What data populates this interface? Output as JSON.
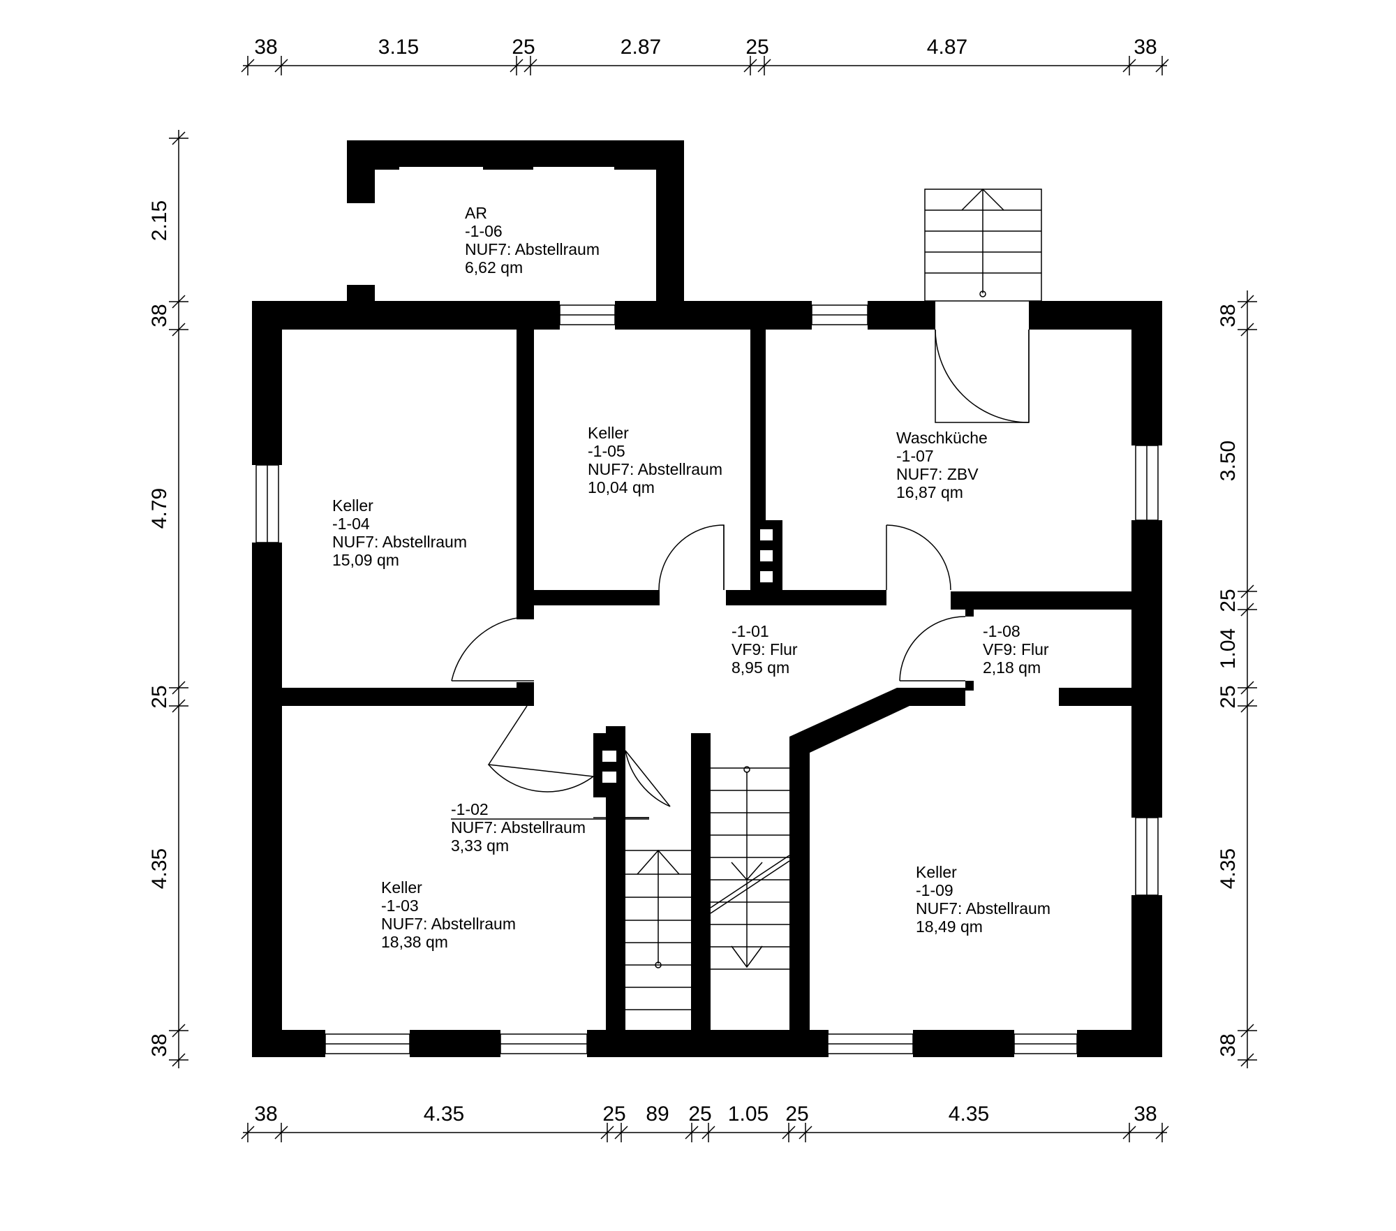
{
  "rooms": {
    "r106": {
      "l1": "AR",
      "l2": "-1-06",
      "l3": "NUF7: Abstellraum",
      "l4": "6,62 qm"
    },
    "r105": {
      "l1": "Keller",
      "l2": "-1-05",
      "l3": "NUF7: Abstellraum",
      "l4": "10,04 qm"
    },
    "r107": {
      "l1": "Waschküche",
      "l2": "-1-07",
      "l3": "NUF7: ZBV",
      "l4": "16,87 qm"
    },
    "r104": {
      "l1": "Keller",
      "l2": "-1-04",
      "l3": "NUF7: Abstellraum",
      "l4": "15,09 qm"
    },
    "r101": {
      "l2": "-1-01",
      "l3": "VF9: Flur",
      "l4": "8,95 qm"
    },
    "r108": {
      "l2": "-1-08",
      "l3": "VF9: Flur",
      "l4": "2,18 qm"
    },
    "r102": {
      "l2": "-1-02",
      "l3": "NUF7: Abstellraum",
      "l4": "3,33 qm"
    },
    "r103": {
      "l1": "Keller",
      "l2": "-1-03",
      "l3": "NUF7: Abstellraum",
      "l4": "18,38 qm"
    },
    "r109": {
      "l1": "Keller",
      "l2": "-1-09",
      "l3": "NUF7: Abstellraum",
      "l4": "18,49 qm"
    }
  },
  "dimensions": {
    "top": [
      "38",
      "3.15",
      "25",
      "2.87",
      "25",
      "4.87",
      "38"
    ],
    "bottom": [
      "38",
      "4.35",
      "25",
      "89",
      "25",
      "1.05",
      "25",
      "4.35",
      "38"
    ],
    "left": [
      "2.15",
      "38",
      "4.79",
      "25",
      "4.35",
      "38"
    ],
    "right": [
      "38",
      "3.50",
      "25",
      "1.04",
      "25",
      "4.35",
      "38"
    ]
  }
}
